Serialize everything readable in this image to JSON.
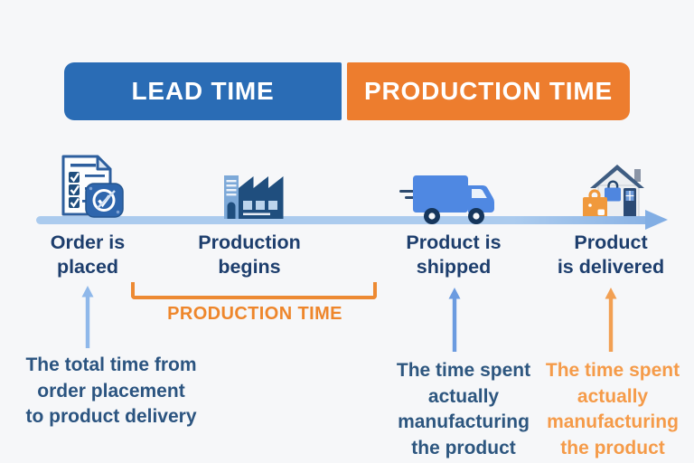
{
  "header": {
    "lead_time": "LEAD TIME",
    "production_time": "PRODUCTION TIME"
  },
  "timeline": {
    "stages": [
      {
        "label": "Order is\nplaced",
        "icon": "order-checklist-icon"
      },
      {
        "label": "Production\nbegins",
        "icon": "factory-icon"
      },
      {
        "label": "Product is\nshipped",
        "icon": "delivery-truck-icon"
      },
      {
        "label": "Product\nis delivered",
        "icon": "house-delivery-icon"
      }
    ]
  },
  "bracket": {
    "label": "PRODUCTION TIME"
  },
  "annotations": {
    "lead_time": "The total time from\norder placement\nto product delivery",
    "shipped": "The time spent\nactually\nmanufacturing\nthe product",
    "delivered": "The time spent\nactually\nmanufacturing\nthe product"
  },
  "colors": {
    "lead_blue": "#2a6cb5",
    "production_orange": "#ed7d2e",
    "timeline_bar_blue": "#abcbee",
    "timeline_arrow_blue": "#82aee4",
    "stage_label_navy": "#1d3e6d",
    "bracket_orange": "#ed8a33",
    "description_blue": "#2b5480",
    "description_orange": "#f59b49"
  }
}
